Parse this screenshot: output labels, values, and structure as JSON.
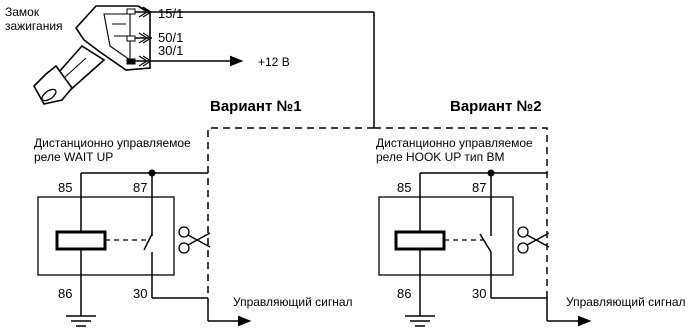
{
  "ignition": {
    "label_line1": "Замок",
    "label_line2": "зажигания",
    "terminals": [
      "15/1",
      "50/1",
      "30/1"
    ],
    "supply": "+12 В"
  },
  "variants": [
    {
      "title": "Вариант №1",
      "relay_desc_line1": "Дистанционно управляемое",
      "relay_desc_line2": "реле WAIT UP",
      "pins": {
        "p85": "85",
        "p87": "87",
        "p86": "86",
        "p30": "30"
      },
      "output": "Управляющий сигнал"
    },
    {
      "title": "Вариант №2",
      "relay_desc_line1": "Дистанционно управляемое",
      "relay_desc_line2": "реле HOOK UP тип BM",
      "pins": {
        "p85": "85",
        "p87": "87",
        "p86": "86",
        "p30": "30"
      },
      "output": "Управляющий сигнал"
    }
  ]
}
